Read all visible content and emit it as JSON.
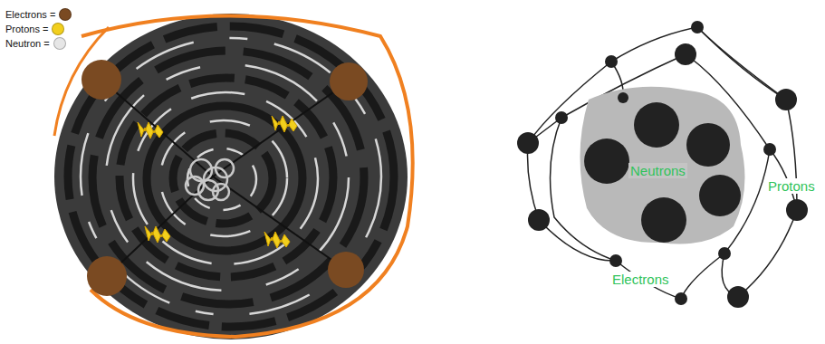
{
  "diagram": {
    "labels": [
      "Neutrons",
      "Protons",
      "Electrons"
    ],
    "legend": [
      {
        "text": "Electrons =",
        "color": "#7a4a22"
      },
      {
        "text": "Protons =",
        "color": "#f2cf1d"
      },
      {
        "text": "Neutron =",
        "color": "#e6e6e6"
      }
    ]
  }
}
